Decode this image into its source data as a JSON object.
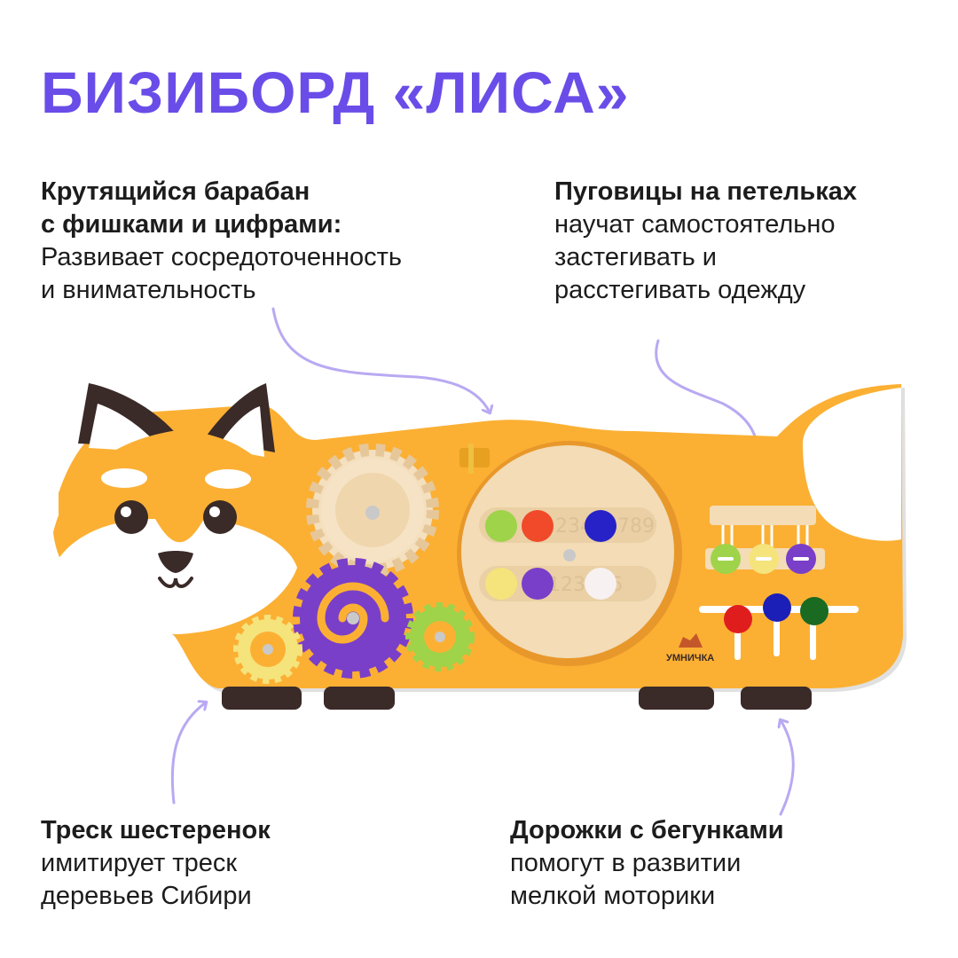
{
  "title": "БИЗИБОРД «ЛИСА»",
  "brand": {
    "logo_text": "УМНИЧКА"
  },
  "drum_numbers": {
    "row1": "123456789",
    "row2": "123456"
  },
  "features": [
    {
      "heading_lines": [
        "Крутящийся барабан",
        "с фишками и цифрами:"
      ],
      "text_lines": [
        "Развивает сосредоточенность",
        "и внимательность"
      ]
    },
    {
      "heading_lines": [
        "Пуговицы на петельках"
      ],
      "text_lines": [
        "научат самостоятельно",
        "застегивать и",
        "расстегивать одежду"
      ]
    },
    {
      "heading_lines": [
        "Треск шестеренок"
      ],
      "text_lines": [
        "имитирует треск",
        "деревьев Сибири"
      ]
    },
    {
      "heading_lines": [
        "Дорожки с бегунками"
      ],
      "text_lines": [
        "помогут в развитии",
        "мелкой моторики"
      ]
    }
  ],
  "colors": {
    "title": "#6a4de8",
    "arrow": "#b9a9f2",
    "board": "#fbb034",
    "wood": "#f3dcb6",
    "purple": "#7a3fc8",
    "lime": "#9ed34a"
  }
}
